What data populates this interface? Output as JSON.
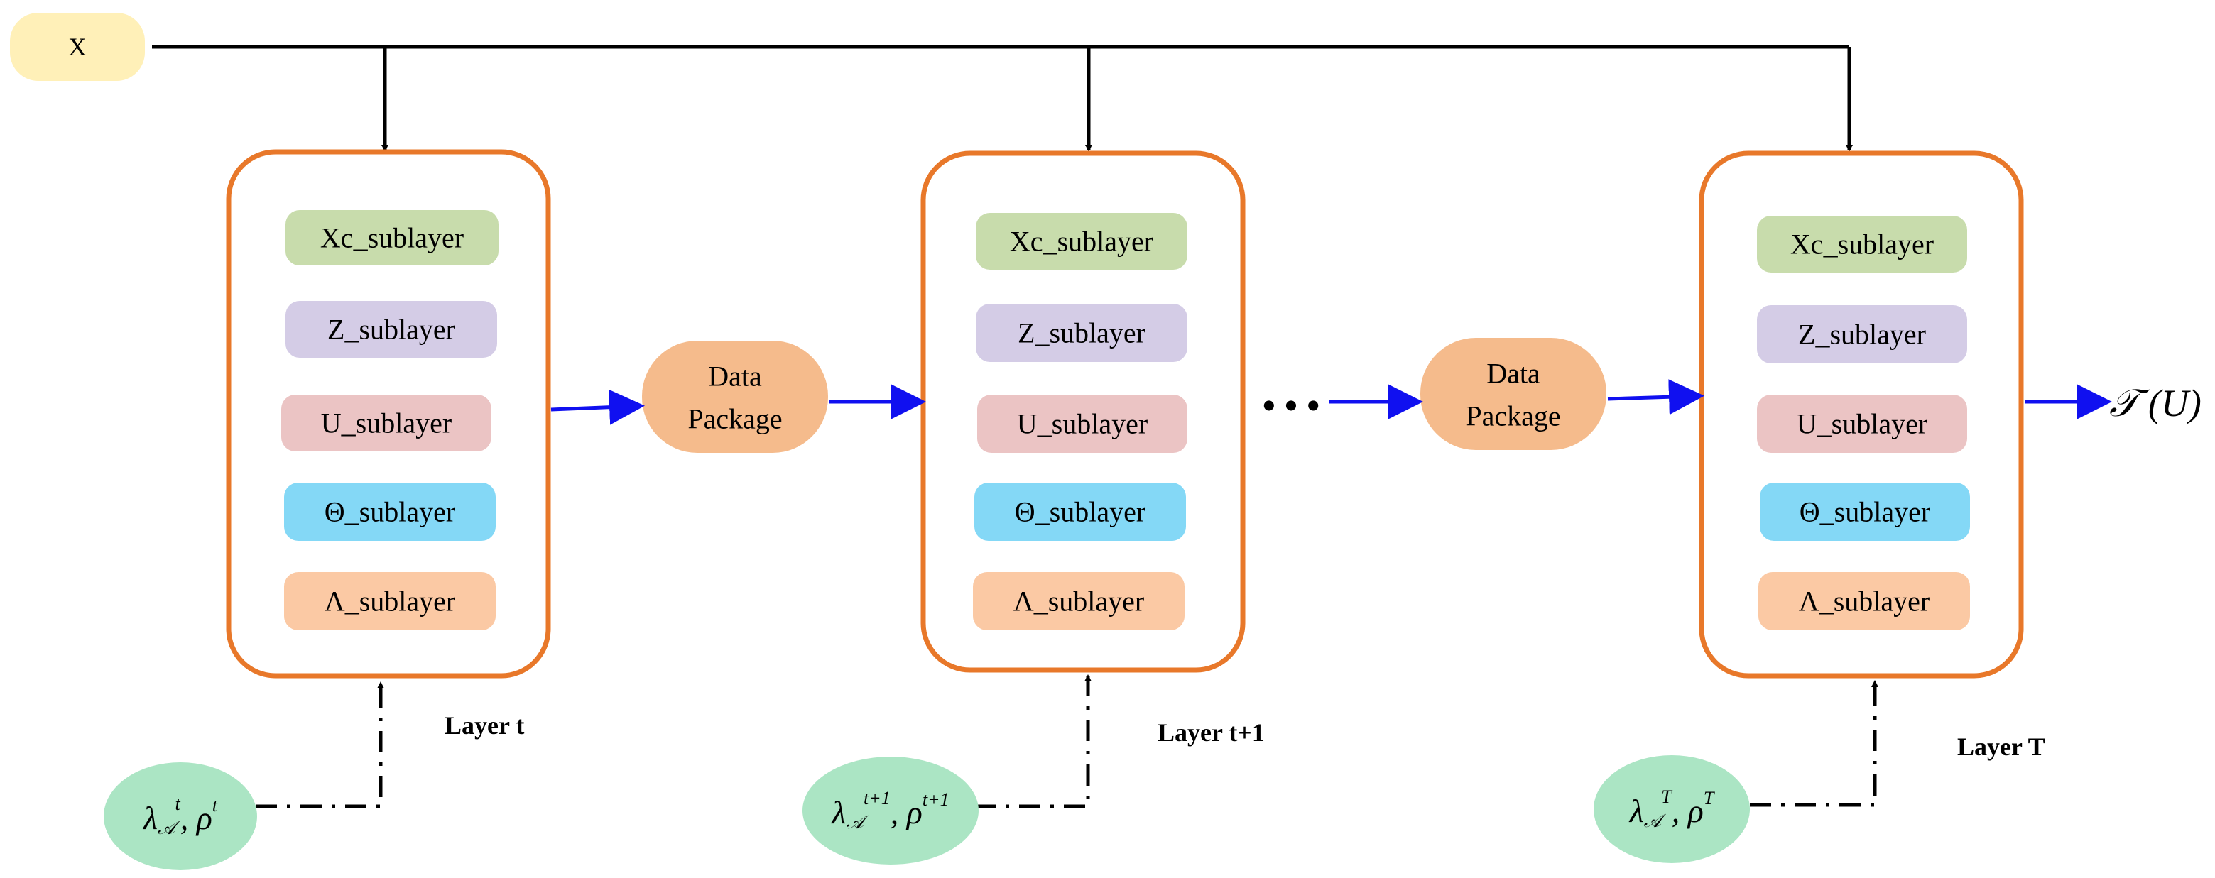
{
  "input_label": "X",
  "output_label": "𝒯 (U)",
  "ellipsis": "• • •",
  "layers": [
    {
      "label": "Layer t",
      "sublayers": [
        "Xc_sublayer",
        "Z_sublayer",
        "U_sublayer",
        "Θ_sublayer",
        "Λ_sublayer"
      ],
      "param_lambda": "λ",
      "param_sub": "𝒜",
      "param_sup": "t",
      "param_rho": "ρ",
      "param_rho_sup": "t"
    },
    {
      "label": "Layer t+1",
      "sublayers": [
        "Xc_sublayer",
        "Z_sublayer",
        "U_sublayer",
        "Θ_sublayer",
        "Λ_sublayer"
      ],
      "param_lambda": "λ",
      "param_sub": "𝒜",
      "param_sup": "t+1",
      "param_rho": "ρ",
      "param_rho_sup": "t+1"
    },
    {
      "label": "Layer T",
      "sublayers": [
        "Xc_sublayer",
        "Z_sublayer",
        "U_sublayer",
        "Θ_sublayer",
        "Λ_sublayer"
      ],
      "param_lambda": "λ",
      "param_sub": "𝒜",
      "param_sup": "T",
      "param_rho": "ρ",
      "param_rho_sup": "T"
    }
  ],
  "packages": [
    {
      "line1": "Data",
      "line2": "Package"
    },
    {
      "line1": "Data",
      "line2": "Package"
    }
  ],
  "colors": {
    "layer_border": "#E8782A",
    "input_fill": "#FFF0B8",
    "package_fill": "#F5BB8C",
    "param_fill": "#ABE5C4",
    "data_arrow": "#1010F0",
    "connector": "#000000",
    "sub_xc": "#C8DCAC",
    "sub_z": "#D4CCE6",
    "sub_u": "#EBC4C4",
    "sub_theta": "#84D8F6",
    "sub_lambda": "#FBC9A4"
  }
}
